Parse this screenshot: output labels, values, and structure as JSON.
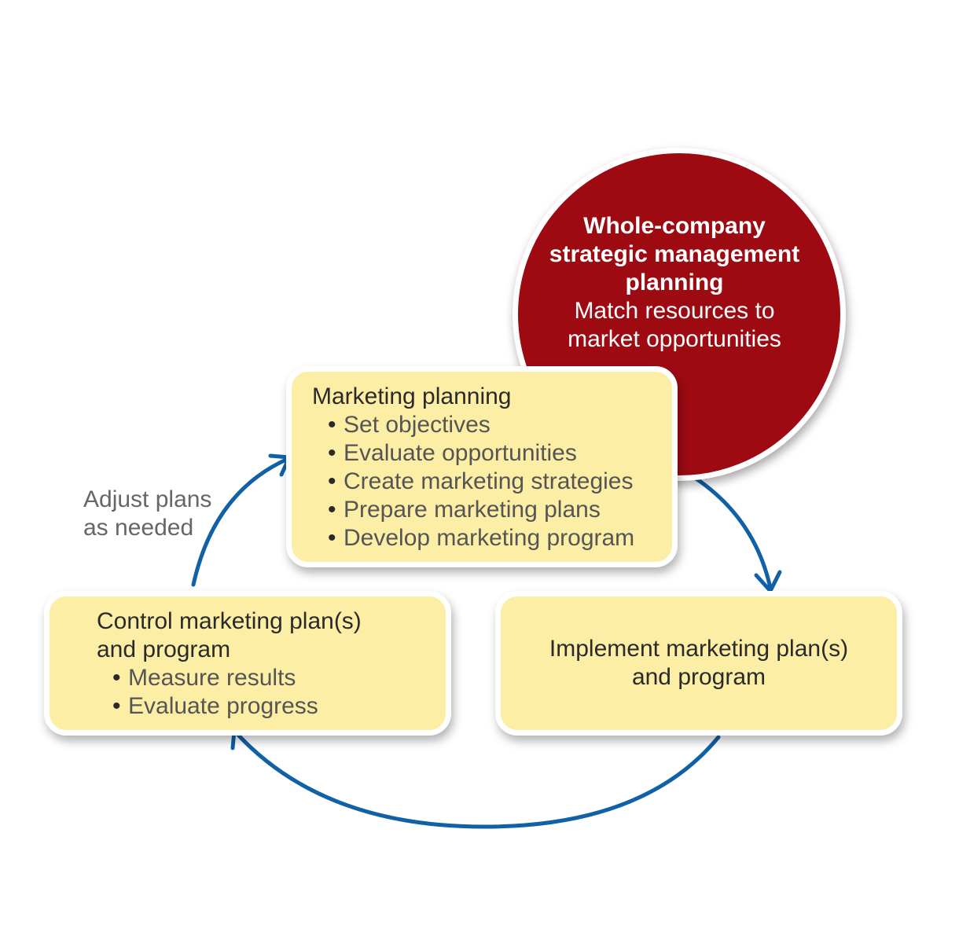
{
  "circle": {
    "title_lines": [
      "Whole-company",
      "strategic management",
      "planning"
    ],
    "body_lines": [
      "Match resources to",
      "market opportunities"
    ]
  },
  "planning_box": {
    "title": "Marketing planning",
    "items": [
      "Set objectives",
      "Evaluate opportunities",
      "Create marketing strategies",
      "Prepare marketing plans",
      "Develop marketing program"
    ]
  },
  "control_box": {
    "title_lines": [
      "Control marketing plan(s)",
      "and program"
    ],
    "items": [
      "Measure results",
      "Evaluate progress"
    ]
  },
  "implement_box": {
    "title_lines": [
      "Implement marketing plan(s)",
      "and program"
    ]
  },
  "side_note": {
    "lines": [
      "Adjust plans",
      "as needed"
    ]
  },
  "colors": {
    "circle": "#9d0a12",
    "box_fill": "#fdeea6",
    "arrow": "#1061a6"
  },
  "bullet_glyph": "•"
}
